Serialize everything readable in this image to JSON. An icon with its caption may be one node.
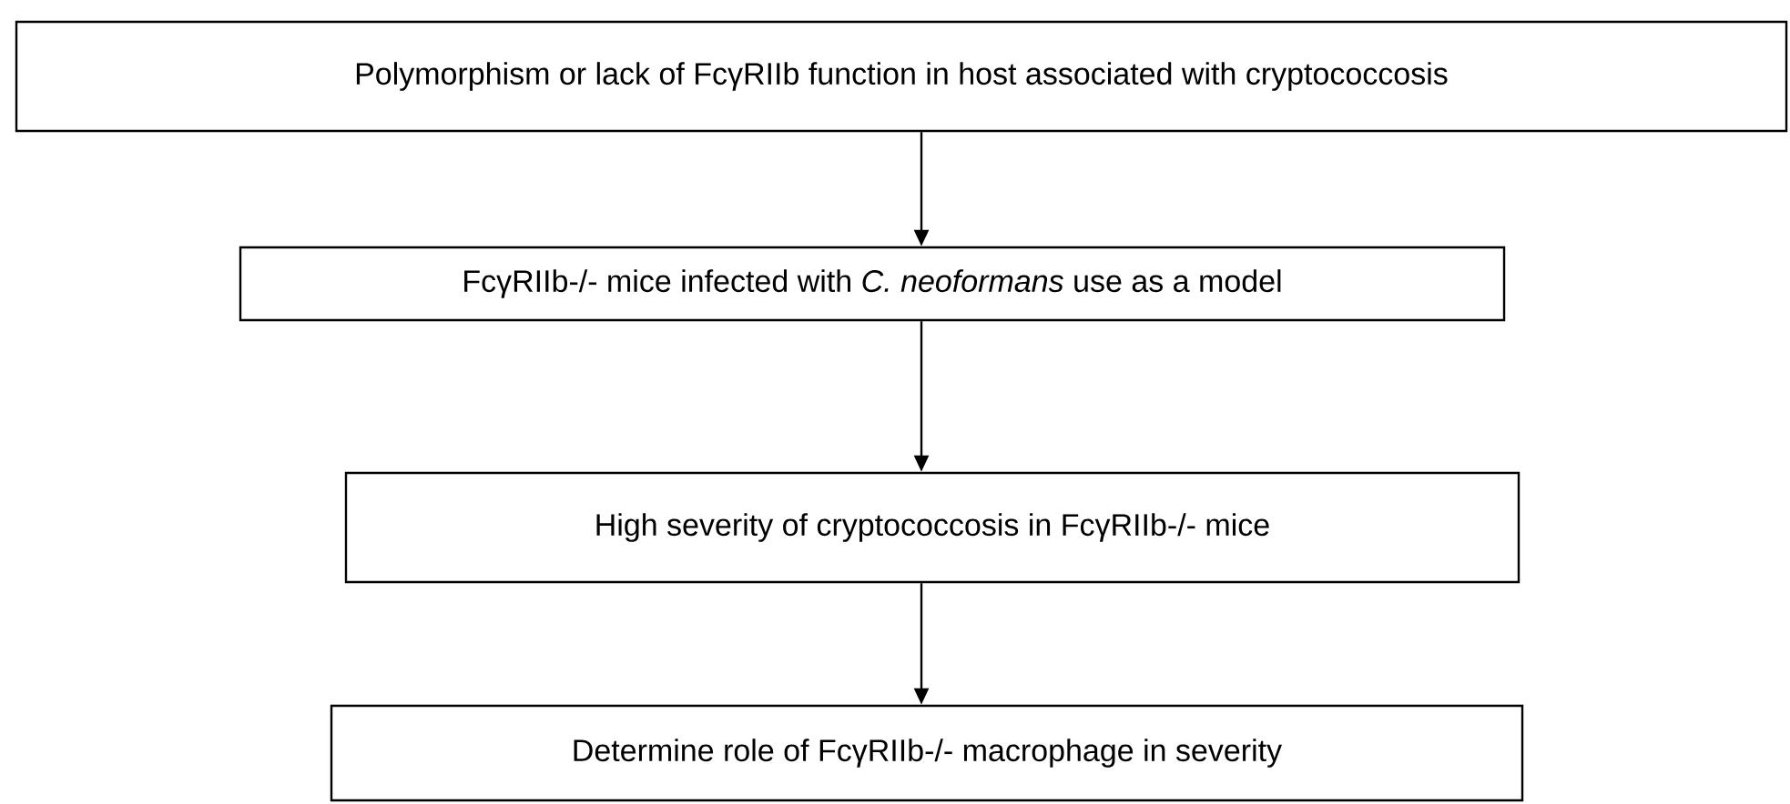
{
  "diagram": {
    "nodes": [
      {
        "text": [
          "Polymorphism or lack of FcγRIIb function in host associated with cryptococcosis"
        ]
      },
      {
        "text": [
          "FcγRIIb-/- mice infected with *C. neoformans* use as a model"
        ]
      },
      {
        "text": [
          "High severity of cryptococcosis in FcγRIIb-/- mice"
        ]
      },
      {
        "text": [
          "Determine role of FcγRIIb-/- macrophage in severity"
        ]
      }
    ],
    "edges": [
      {
        "from": 0,
        "to": 1,
        "arrow": "to"
      },
      {
        "from": 1,
        "to": 2,
        "arrow": "to"
      },
      {
        "from": 2,
        "to": 3,
        "arrow": "to"
      }
    ]
  }
}
